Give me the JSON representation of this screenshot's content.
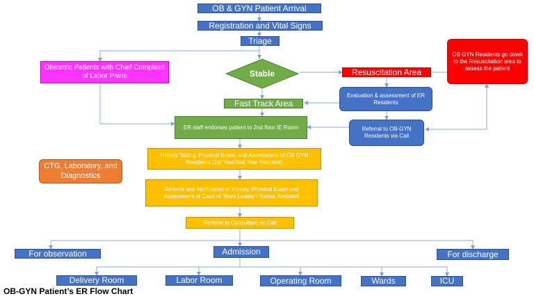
{
  "nodes": {
    "arrival": "OB & GYN Patient Arrival",
    "registration": "Registration and Vital Signs",
    "triage": "Triage",
    "obstetric": "Obstetric Patients with Chief Complaint of Labor Pains",
    "stable": "Stable",
    "resuscitation": "Resuscitation Area",
    "residents_down": "OB GYN Residents go down to the Resuscitation area to assess the patient",
    "fast_track": "Fast Track Area",
    "evaluation": "Evaluation & assessment of ER Residents",
    "endorse": "ER staff endorses patient to 2nd floor IE Room",
    "referral_call": "Referral to OB-GYN Residents via Call",
    "history": "History Taking, Physical Exam, and Assessment of OB GYN Residents (1st Year/2nd Year Resident)",
    "ctg": "CTG, Laboratory, and Diagnostics",
    "verification": "Referral and Verification of History, Physical Exam and Assessment of Case of Team Leader / Senior Resident",
    "consultant": "Referral to Consultant on Call",
    "observation": "For observation",
    "admission": "Admission",
    "discharge": "For discharge",
    "delivery": "Delivery Room",
    "labor": "Labor Room",
    "operating": "Operating Room",
    "wards": "Wards",
    "icu": "ICU"
  },
  "caption": "OB-GYN Patient’s ER Flow Chart",
  "colors": {
    "blue": "#4472c4",
    "green": "#70ad47",
    "red": "#ff0000",
    "yellow": "#ffc000",
    "magenta": "#ff33ff",
    "orange": "#ed7d31",
    "connector": "#8eaadb"
  }
}
